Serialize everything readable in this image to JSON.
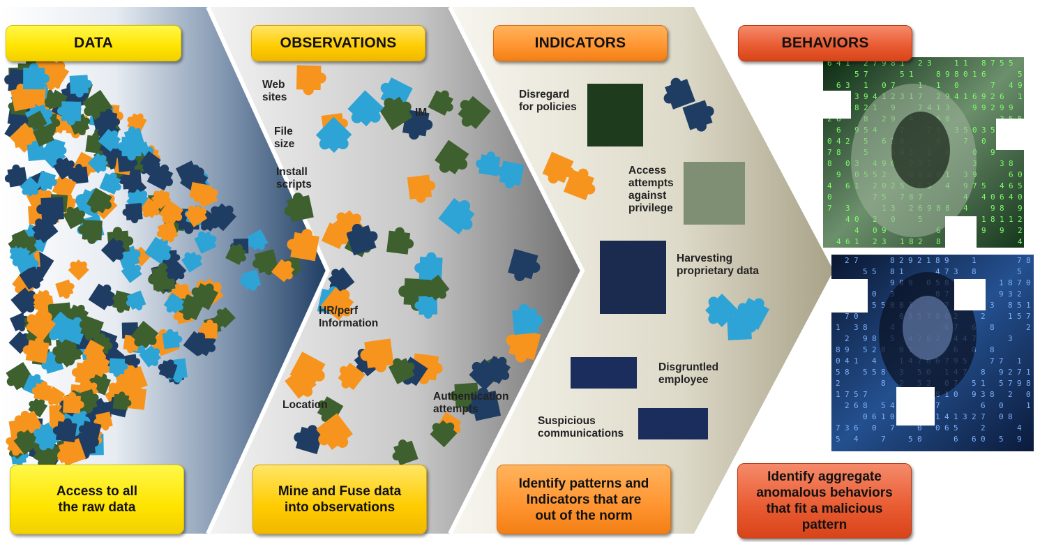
{
  "stages": [
    {
      "header": "DATA",
      "footer": [
        "Access to all",
        "the raw data"
      ]
    },
    {
      "header": "OBSERVATIONS",
      "footer": [
        "Mine and Fuse data",
        "into observations"
      ]
    },
    {
      "header": "INDICATORS",
      "footer": [
        "Identify patterns and",
        "Indicators that are",
        "out of the norm"
      ]
    },
    {
      "header": "BEHAVIORS",
      "footer": [
        "Identify aggregate",
        "anomalous behaviors",
        "that fit a malicious",
        "pattern"
      ]
    }
  ],
  "observation_labels": [
    [
      "Web",
      "sites"
    ],
    [
      "File",
      "size"
    ],
    [
      "Install",
      "scripts"
    ],
    [
      "IM"
    ],
    [
      "HR/perf",
      "Information"
    ],
    [
      "Location"
    ],
    [
      "Authentication",
      "attempts"
    ]
  ],
  "indicator_labels": [
    [
      "Disregard",
      "for policies"
    ],
    [
      "Access",
      "attempts",
      "against",
      "privilege"
    ],
    [
      "Harvesting",
      "proprietary data"
    ],
    [
      "Disgruntled",
      "employee"
    ],
    [
      "Suspicious",
      "communications"
    ]
  ],
  "colors": {
    "piece_orange": "#f7941d",
    "piece_navy": "#1f3d63",
    "piece_lightblue": "#2ea3d6",
    "piece_green": "#3e5f2e",
    "chevron_dark": "#2b4a73",
    "chevron_grey": "#a8a8a8",
    "chevron_tan": "#c9c4ae"
  }
}
